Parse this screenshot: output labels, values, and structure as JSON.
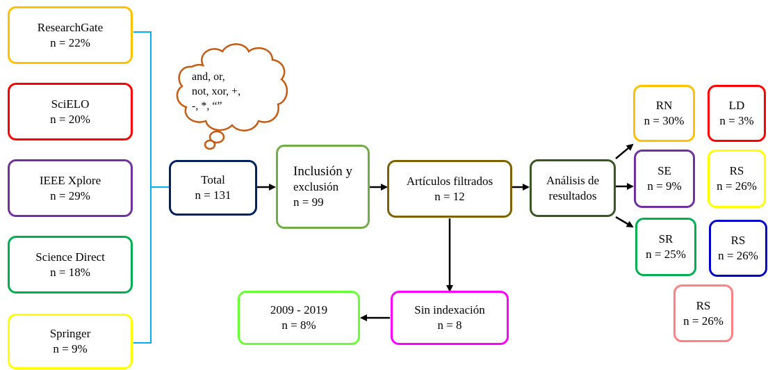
{
  "sources": [
    {
      "name": "ResearchGate",
      "value": "n = 22%",
      "color": "#FFC000"
    },
    {
      "name": "SciELO",
      "value": "n = 20%",
      "color": "#FF0000"
    },
    {
      "name": "IEEE Xplore",
      "value": "n = 29%",
      "color": "#7030A0"
    },
    {
      "name": "Science Direct",
      "value": "n = 18%",
      "color": "#00B050"
    },
    {
      "name": "Springer",
      "value": "n = 9%",
      "color": "#FFFF00"
    }
  ],
  "cloud": {
    "lines": [
      "and, or,",
      "not, xor, +,",
      "-, *, “”"
    ],
    "color": "#C55A11"
  },
  "flow": {
    "total": {
      "label": "Total",
      "value": "n = 131",
      "color": "#002060"
    },
    "inclusion": {
      "label_line1": "Inclusión y",
      "label_line2": "exclusión",
      "value": "n = 99",
      "color": "#70AD47"
    },
    "filtered": {
      "label": "Artículos filtrados",
      "value": "n = 12",
      "color": "#7F6000"
    },
    "analysis": {
      "label_line1": "Análisis de",
      "label_line2": "resultados",
      "color": "#385723"
    },
    "no_index": {
      "label": "Sin indexación",
      "value": "n = 8",
      "color": "#FF00FF"
    },
    "years": {
      "label": "2009 - 2019",
      "value": "n = 8%",
      "color": "#66FF33"
    }
  },
  "results": [
    {
      "label": "RN",
      "value": "n = 30%",
      "color": "#FFC000"
    },
    {
      "label": "LD",
      "value": "n = 3%",
      "color": "#FF0000"
    },
    {
      "label": "SE",
      "value": "n = 9%",
      "color": "#7030A0"
    },
    {
      "label": "RS",
      "value": "n = 26%",
      "color": "#FFFF00"
    },
    {
      "label": "SR",
      "value": "n = 25%",
      "color": "#00B050"
    },
    {
      "label": "RS",
      "value": "n = 26%",
      "color": "#0000CC"
    },
    {
      "label": "RS",
      "value": "n = 26%",
      "color": "#FF8080"
    }
  ],
  "colors": {
    "bracket": "#00B0F0",
    "arrow": "#000000"
  }
}
